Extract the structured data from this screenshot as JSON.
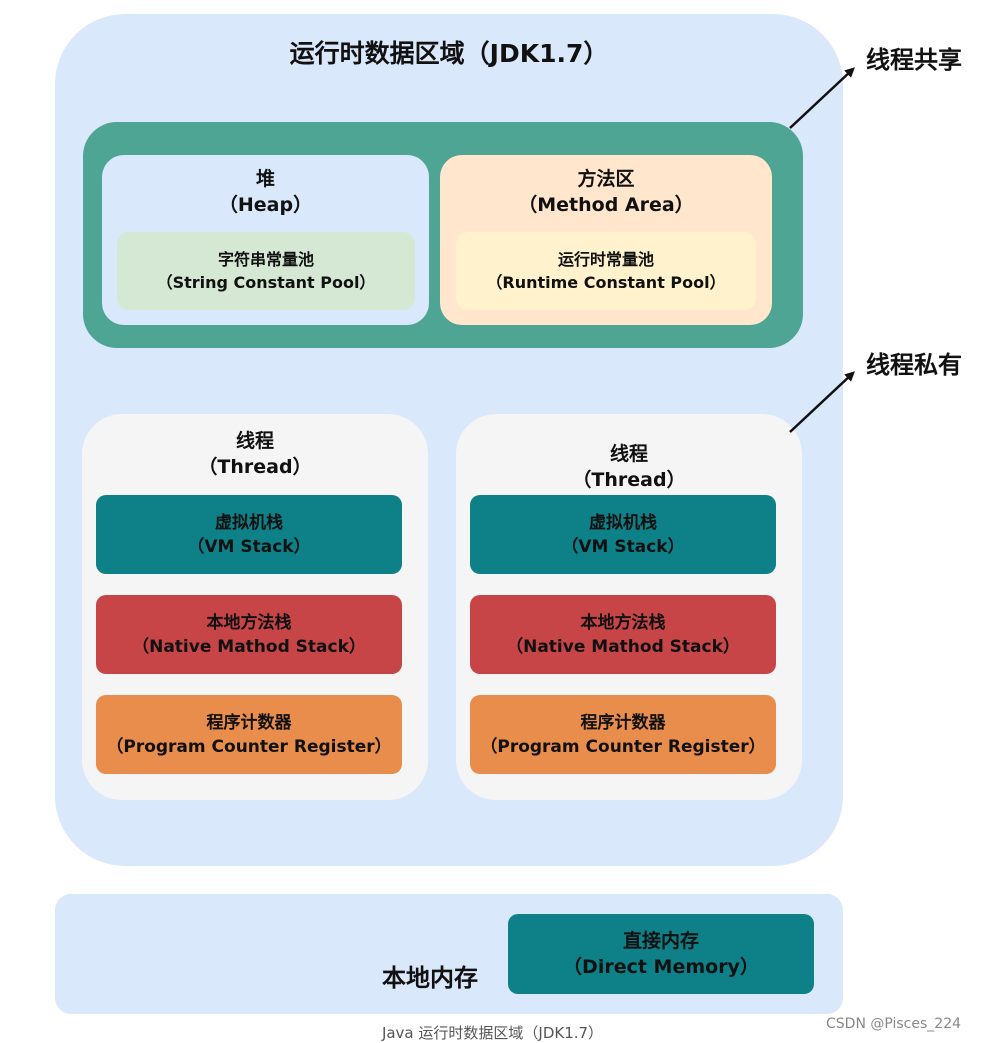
{
  "runtime_area": {
    "title": "运行时数据区域（JDK1.7）"
  },
  "shared": {
    "label": "线程共享",
    "heap": {
      "name": "堆",
      "name_en": "（Heap）",
      "pool_name": "字符串常量池",
      "pool_name_en": "（String Constant Pool）"
    },
    "method_area": {
      "name": "方法区",
      "name_en": "（Method Area）",
      "pool_name": "运行时常量池",
      "pool_name_en": "（Runtime Constant Pool）"
    }
  },
  "private": {
    "label": "线程私有",
    "threads": [
      {
        "name": "线程",
        "name_en": "（Thread）",
        "vm_stack": {
          "name": "虚拟机栈",
          "name_en": "（VM Stack）"
        },
        "native_stack": {
          "name": "本地方法栈",
          "name_en": "（Native Mathod Stack）"
        },
        "pc_register": {
          "name": "程序计数器",
          "name_en": "（Program Counter Register）"
        }
      },
      {
        "name": "线程",
        "name_en": "（Thread）",
        "vm_stack": {
          "name": "虚拟机栈",
          "name_en": "（VM Stack）"
        },
        "native_stack": {
          "name": "本地方法栈",
          "name_en": "（Native Mathod Stack）"
        },
        "pc_register": {
          "name": "程序计数器",
          "name_en": "（Program Counter Register）"
        }
      }
    ]
  },
  "local_memory": {
    "label": "本地内存",
    "direct_memory": {
      "name": "直接内存",
      "name_en": "（Direct Memory）"
    }
  },
  "caption": "Java 运行时数据区域（JDK1.7）",
  "watermark": "CSDN @Pisces_224",
  "colors": {
    "runtime_bg": "#dae8fc",
    "shared_bg": "#4fa593",
    "heap_bg": "#dae8fc",
    "string_pool_bg": "#d5e8d4",
    "method_area_bg": "#ffe6cc",
    "runtime_pool_bg": "#fff2cc",
    "thread_bg": "#f5f5f5",
    "vm_stack_bg": "#0e8088",
    "native_stack_bg": "#c74447",
    "pc_register_bg": "#e88d4c",
    "direct_memory_bg": "#0e8088"
  }
}
